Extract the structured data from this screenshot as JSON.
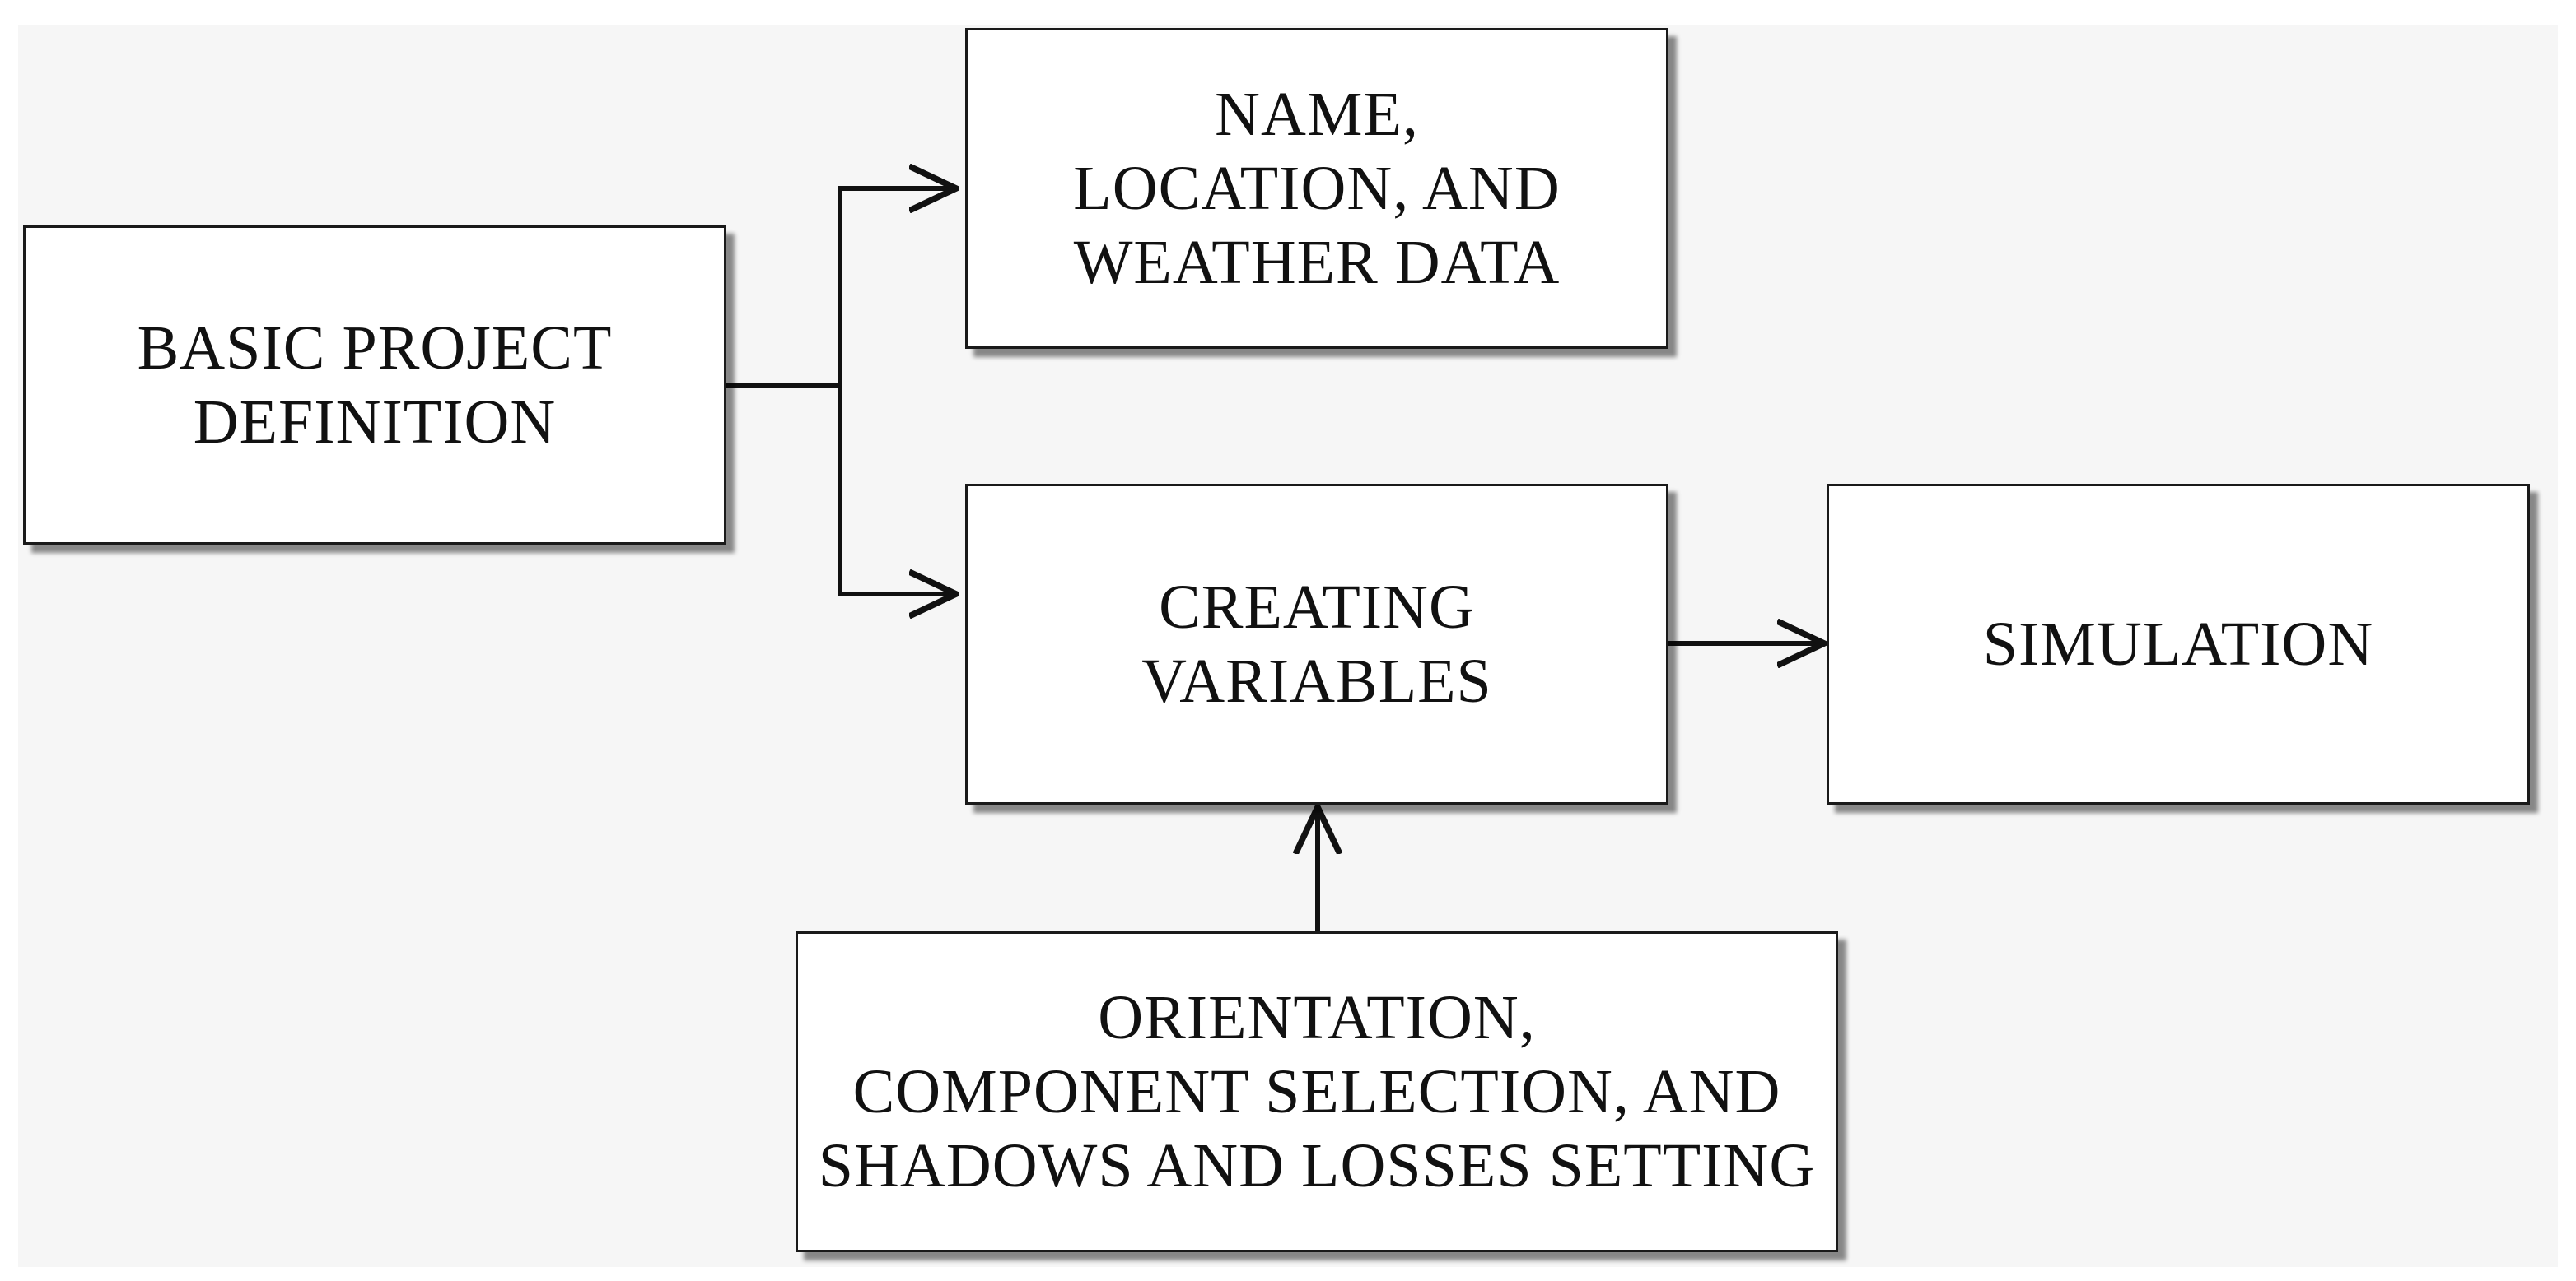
{
  "diagram": {
    "nodes": {
      "basic_project": {
        "lines": [
          "BASIC PROJECT",
          "DEFINITION"
        ]
      },
      "name_location": {
        "lines": [
          "NAME,",
          "LOCATION, AND",
          "WEATHER DATA"
        ]
      },
      "creating_variables": {
        "lines": [
          "CREATING",
          "VARIABLES"
        ]
      },
      "simulation": {
        "lines": [
          "SIMULATION"
        ]
      },
      "orientation": {
        "lines": [
          "ORIENTATION,",
          "COMPONENT SELECTION, AND",
          "SHADOWS AND LOSSES SETTING"
        ]
      }
    },
    "edges": [
      {
        "from": "basic_project",
        "to": "name_location"
      },
      {
        "from": "basic_project",
        "to": "creating_variables"
      },
      {
        "from": "creating_variables",
        "to": "simulation"
      },
      {
        "from": "orientation",
        "to": "creating_variables"
      }
    ],
    "colors": {
      "background": "#f6f6f6",
      "box_fill": "#ffffff",
      "stroke": "#111111"
    }
  }
}
